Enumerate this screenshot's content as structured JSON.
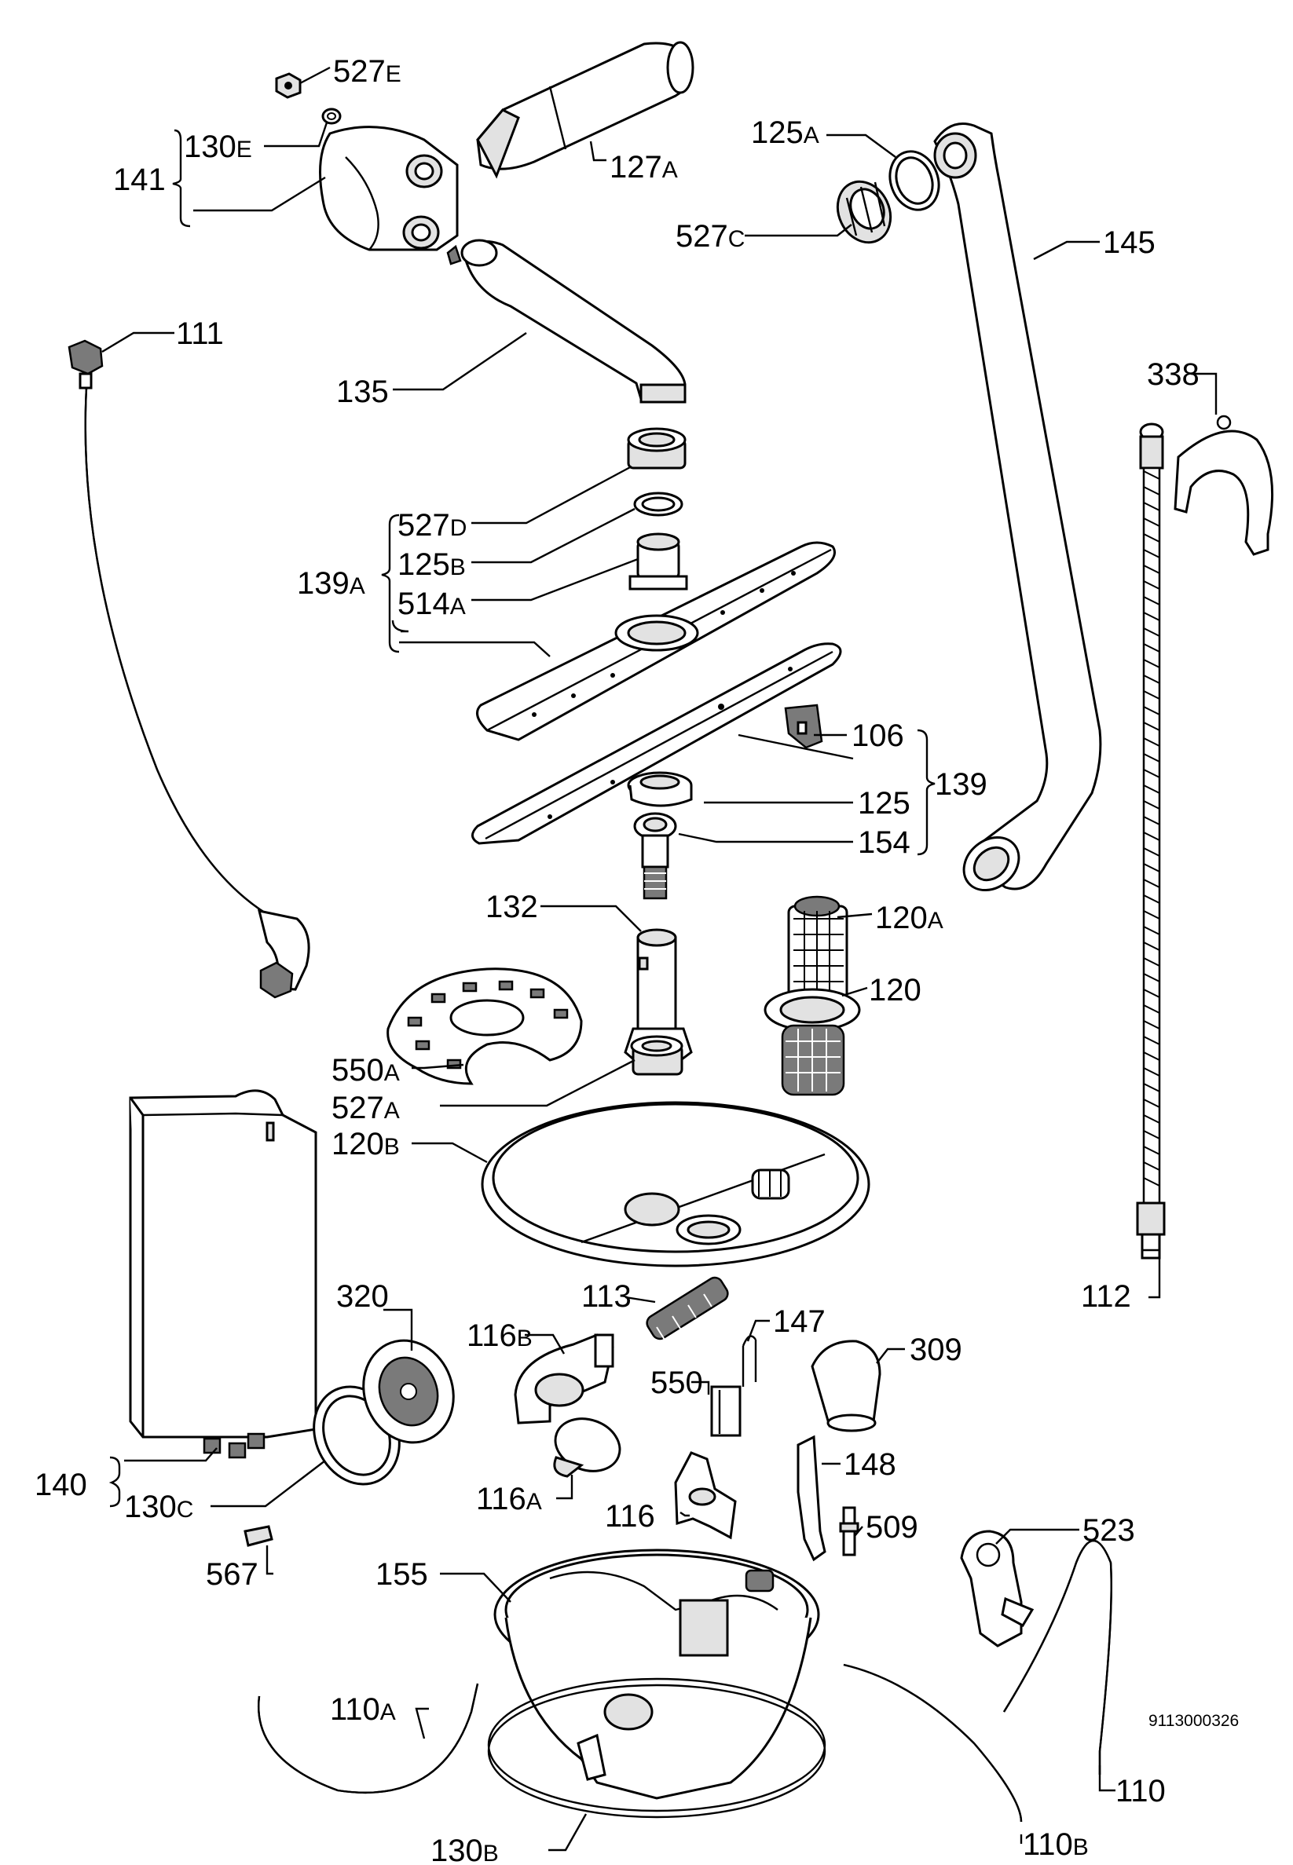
{
  "document_code": "9113000326",
  "parts": [
    {
      "id": "p527e",
      "num": "527",
      "suffix": "E"
    },
    {
      "id": "p130e",
      "num": "130",
      "suffix": "E"
    },
    {
      "id": "p141",
      "num": "141",
      "suffix": ""
    },
    {
      "id": "p127a",
      "num": "127",
      "suffix": "A"
    },
    {
      "id": "p125a",
      "num": "125",
      "suffix": "A"
    },
    {
      "id": "p527c",
      "num": "527",
      "suffix": "C"
    },
    {
      "id": "p145",
      "num": "145",
      "suffix": ""
    },
    {
      "id": "p111",
      "num": "111",
      "suffix": ""
    },
    {
      "id": "p135",
      "num": "135",
      "suffix": ""
    },
    {
      "id": "p338",
      "num": "338",
      "suffix": ""
    },
    {
      "id": "p527d",
      "num": "527",
      "suffix": "D"
    },
    {
      "id": "p125b",
      "num": "125",
      "suffix": "B"
    },
    {
      "id": "p139a",
      "num": "139",
      "suffix": "A"
    },
    {
      "id": "p514a",
      "num": "514",
      "suffix": "A"
    },
    {
      "id": "p106",
      "num": "106",
      "suffix": ""
    },
    {
      "id": "p139",
      "num": "139",
      "suffix": ""
    },
    {
      "id": "p125",
      "num": "125",
      "suffix": ""
    },
    {
      "id": "p154",
      "num": "154",
      "suffix": ""
    },
    {
      "id": "p132",
      "num": "132",
      "suffix": ""
    },
    {
      "id": "p120a",
      "num": "120",
      "suffix": "A"
    },
    {
      "id": "p120",
      "num": "120",
      "suffix": ""
    },
    {
      "id": "p550a",
      "num": "550",
      "suffix": "A"
    },
    {
      "id": "p527a",
      "num": "527",
      "suffix": "A"
    },
    {
      "id": "p120b",
      "num": "120",
      "suffix": "B"
    },
    {
      "id": "p112",
      "num": "112",
      "suffix": ""
    },
    {
      "id": "p113",
      "num": "113",
      "suffix": ""
    },
    {
      "id": "p320",
      "num": "320",
      "suffix": ""
    },
    {
      "id": "p116b",
      "num": "116",
      "suffix": "B"
    },
    {
      "id": "p147",
      "num": "147",
      "suffix": ""
    },
    {
      "id": "p309",
      "num": "309",
      "suffix": ""
    },
    {
      "id": "p550",
      "num": "550",
      "suffix": ""
    },
    {
      "id": "p140",
      "num": "140",
      "suffix": ""
    },
    {
      "id": "p130c",
      "num": "130",
      "suffix": "C"
    },
    {
      "id": "p116a",
      "num": "116",
      "suffix": "A"
    },
    {
      "id": "p148",
      "num": "148",
      "suffix": ""
    },
    {
      "id": "p116",
      "num": "116",
      "suffix": ""
    },
    {
      "id": "p509",
      "num": "509",
      "suffix": ""
    },
    {
      "id": "p523",
      "num": "523",
      "suffix": ""
    },
    {
      "id": "p567",
      "num": "567",
      "suffix": ""
    },
    {
      "id": "p155",
      "num": "155",
      "suffix": ""
    },
    {
      "id": "p110a",
      "num": "110",
      "suffix": "A"
    },
    {
      "id": "p110",
      "num": "110",
      "suffix": ""
    },
    {
      "id": "p130b",
      "num": "130",
      "suffix": "B"
    },
    {
      "id": "p110b",
      "num": "110",
      "suffix": "B"
    }
  ]
}
